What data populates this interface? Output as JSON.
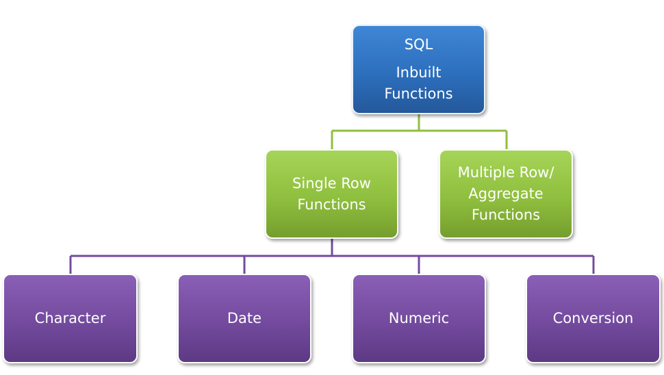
{
  "diagram": {
    "nodes": {
      "root": {
        "line1": "SQL",
        "line2": "Inbuilt",
        "line3": "Functions"
      },
      "single_row": {
        "line1": "Single Row",
        "line2": "Functions"
      },
      "multiple_row": {
        "line1": "Multiple Row/",
        "line2": "Aggregate",
        "line3": "Functions"
      },
      "character": {
        "label": "Character"
      },
      "date": {
        "label": "Date"
      },
      "numeric": {
        "label": "Numeric"
      },
      "conversion": {
        "label": "Conversion"
      }
    },
    "edges": [
      {
        "from": "root",
        "to": "single_row"
      },
      {
        "from": "root",
        "to": "multiple_row"
      },
      {
        "from": "single_row",
        "to": "character"
      },
      {
        "from": "single_row",
        "to": "date"
      },
      {
        "from": "single_row",
        "to": "numeric"
      },
      {
        "from": "single_row",
        "to": "conversion"
      }
    ],
    "colors": {
      "level1": "#2c6fbd",
      "level2": "#8fbf3e",
      "level3": "#734a9e",
      "connector_top": "#8fbf3e",
      "connector_bottom": "#734a9e"
    }
  }
}
